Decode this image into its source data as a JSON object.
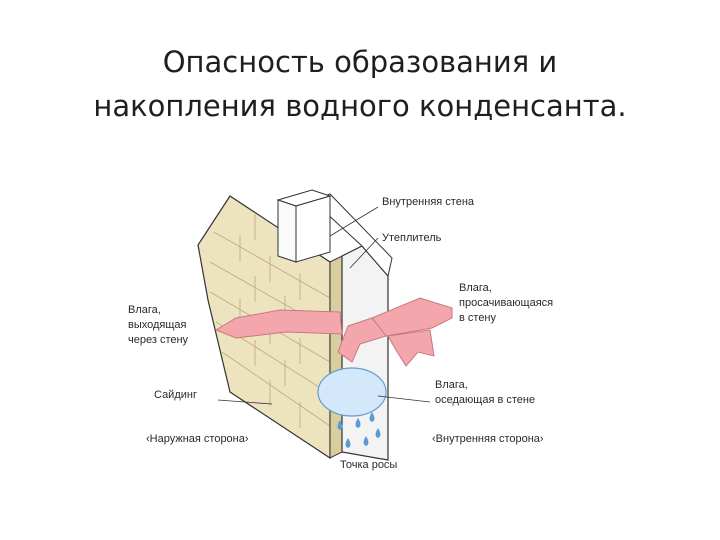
{
  "title": {
    "line1": "Опасность образования и",
    "line2": "накопления водного конденсанта."
  },
  "diagram": {
    "labels": {
      "inner_wall": "Внутренняя стена",
      "insulation": "Утеплитель",
      "moisture_seeping_l1": "Влага,",
      "moisture_seeping_l2": "просачивающаяся",
      "moisture_seeping_l3": "в стену",
      "moisture_out_l1": "Влага,",
      "moisture_out_l2": "выходящая",
      "moisture_out_l3": "через стену",
      "siding": "Сайдинг",
      "moisture_settling_l1": "Влага,",
      "moisture_settling_l2": "оседающая в стене",
      "outer_side": "‹Наружная сторона›",
      "inner_side": "‹Внутренняя сторона›",
      "dew_point": "Точка росы"
    },
    "colors": {
      "siding": "#eee3bf",
      "siding_dark": "#d9cda0",
      "insulation_fill": "#f3f3f3",
      "moisture_arrow": "#f4a6ad",
      "dew_bubble": "#d3e8fb",
      "drops": "#5b9bd5",
      "lines": "#333333"
    }
  }
}
